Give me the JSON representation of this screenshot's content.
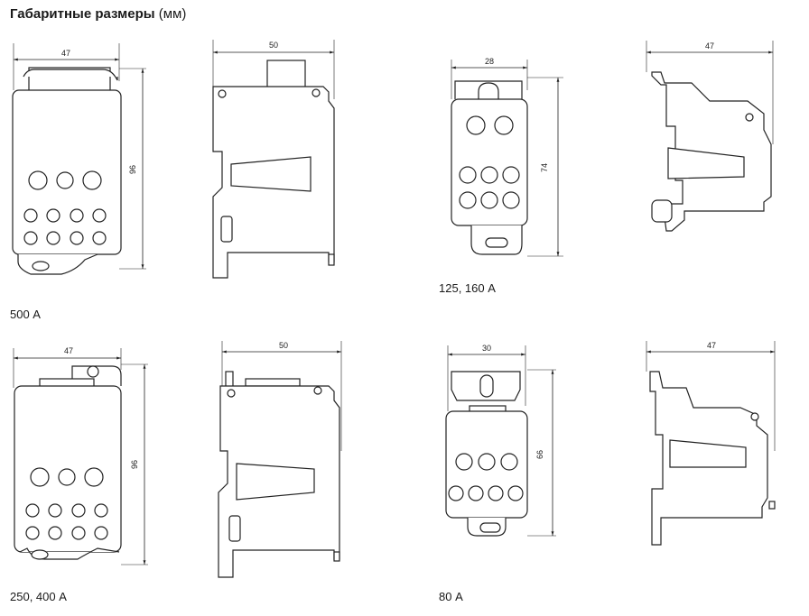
{
  "title": {
    "bold": "Габаритные размеры",
    "unit": "(мм)"
  },
  "blocks": [
    {
      "id": "500a",
      "caption": "500 А",
      "front_width": "47",
      "front_height": "96",
      "side_width": "50"
    },
    {
      "id": "125-160a",
      "caption": "125, 160 А",
      "front_width": "28",
      "front_height": "74",
      "side_width": "47"
    },
    {
      "id": "250-400a",
      "caption": "250, 400 А",
      "front_width": "47",
      "front_height": "96",
      "side_width": "50"
    },
    {
      "id": "80a",
      "caption": "80 А",
      "front_width": "30",
      "front_height": "66",
      "side_width": "47"
    }
  ]
}
